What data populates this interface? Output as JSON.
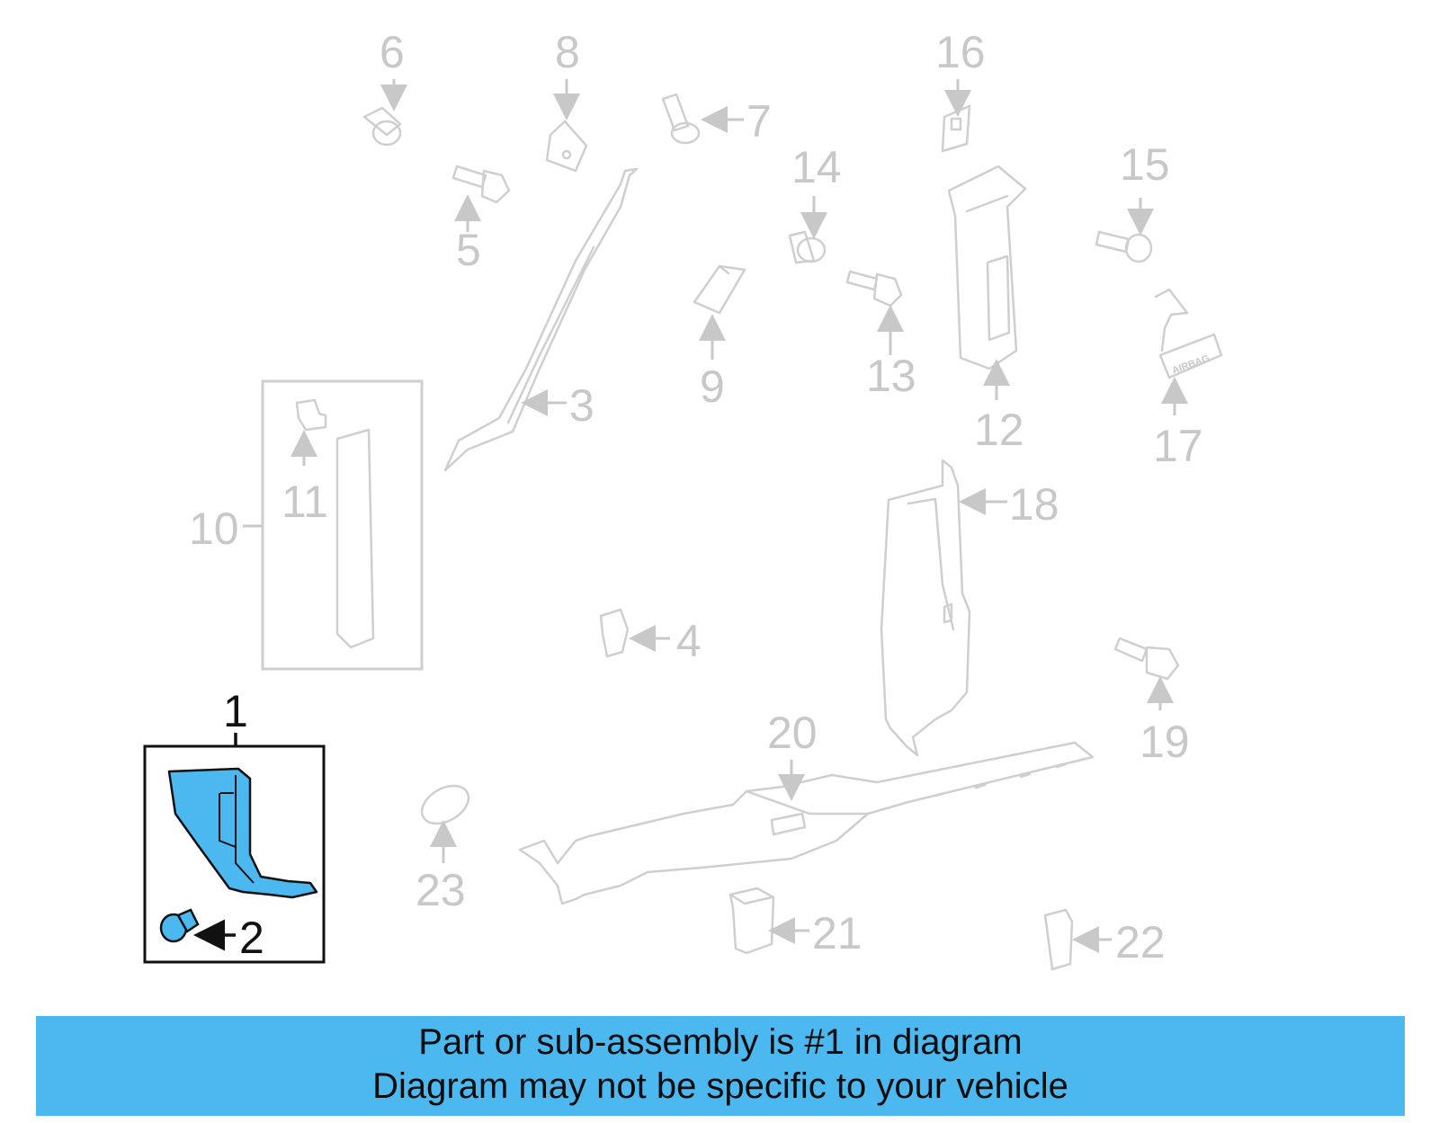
{
  "diagram": {
    "highlighted_part": "1",
    "highlight_color": "#4cb8f0",
    "ghost_color": "#c8c8c8",
    "callouts": [
      "1",
      "2",
      "3",
      "4",
      "5",
      "6",
      "7",
      "8",
      "9",
      "10",
      "11",
      "12",
      "13",
      "14",
      "15",
      "16",
      "17",
      "18",
      "19",
      "20",
      "21",
      "22",
      "23"
    ],
    "part_17_marking": "AIRBAG"
  },
  "banner": {
    "line1": "Part or sub-assembly is #1 in diagram",
    "line2": "Diagram may not be specific to your vehicle",
    "background": "#4cb8f0"
  }
}
